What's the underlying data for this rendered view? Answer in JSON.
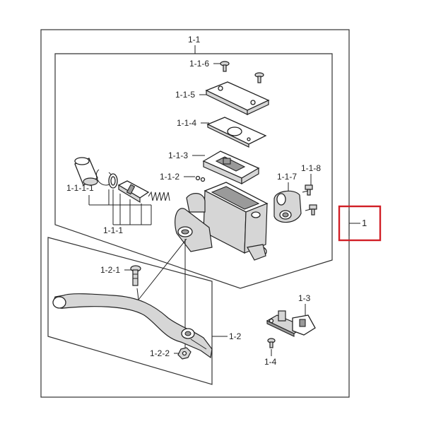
{
  "labels": {
    "assembly": "1",
    "master_cylinder": "1-1",
    "screw_cap": "1-1-6",
    "reservoir_cap": "1-1-5",
    "cap_gasket": "1-1-4",
    "diaphragm_plate": "1-1-3",
    "clip": "1-1-2",
    "holder": "1-1-7",
    "holder_bolt": "1-1-8",
    "piston_kit": "1-1-1-1",
    "piston_set": "1-1-1",
    "lever_bolt": "1-2-1",
    "lever": "1-2",
    "lever_nut": "1-2-2",
    "switch": "1-3",
    "switch_screw": "1-4"
  },
  "colors": {
    "highlight": "#d11f26",
    "line": "#222222",
    "shade": "#d6d6d6"
  }
}
